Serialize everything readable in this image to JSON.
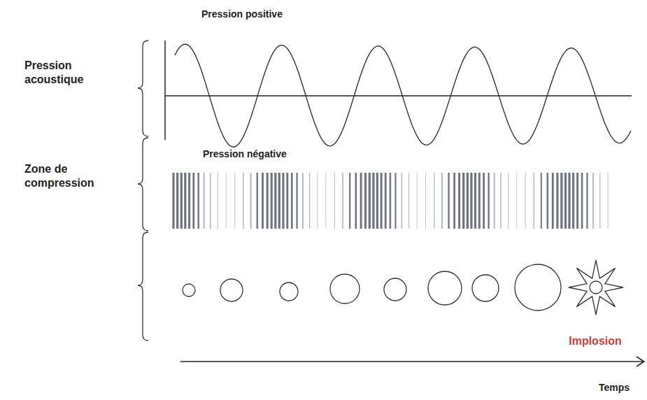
{
  "diagram": {
    "labels": [
      "Pression positive",
      "Pression acoustique",
      "Pression négative",
      "Zone de compression",
      "Implosion",
      "Temps"
    ]
  }
}
